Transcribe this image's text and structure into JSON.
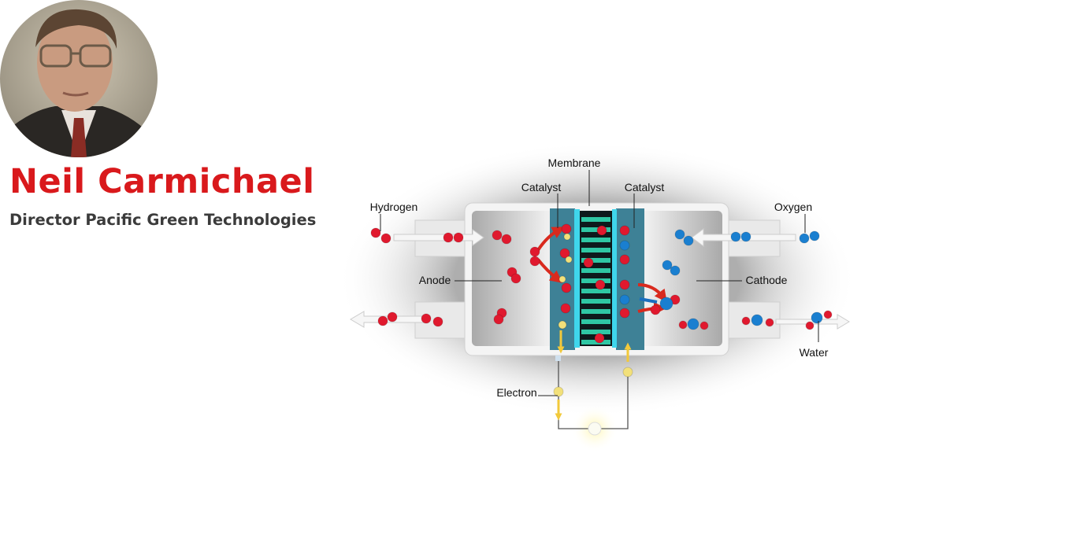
{
  "person": {
    "name": "Neil Carmichael",
    "title": "Director Pacific Green Technologies"
  },
  "diagram": {
    "labels": {
      "membrane": "Membrane",
      "catalyst_left": "Catalyst",
      "catalyst_right": "Catalyst",
      "hydrogen": "Hydrogen",
      "oxygen": "Oxygen",
      "anode": "Anode",
      "cathode": "Cathode",
      "electron": "Electron",
      "water": "Water"
    },
    "colors": {
      "hydrogen": "#e0192e",
      "oxygen": "#1a7fd0",
      "electron": "#f2e07a",
      "catalyst": "#3e8196",
      "membrane_edge": "#3fd6ec",
      "membrane_bar": "#2fc7a4",
      "name": "#d9191c"
    }
  }
}
